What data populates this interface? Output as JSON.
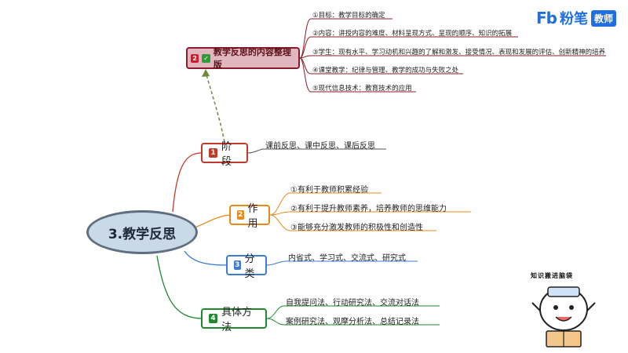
{
  "brand": {
    "logo_mark": "Fb",
    "name": "粉笔",
    "tag": "教师",
    "color": "#1f6fe0"
  },
  "center": {
    "label": "3.教学反思"
  },
  "top_node": {
    "number": "2",
    "label": "教学反思的内容整理版",
    "items": [
      "①目标：教学目标的确定",
      "②内容：讲授内容的难度、材料呈现方式、呈现的顺序、知识的拓展",
      "③学生：现有水平、学习动机和兴趣的了解和激发、接受情况、表现和发展的评估、创新精神的培养",
      "④课堂教学：纪律与管理、教学的成功与失败之处",
      "⑤现代信息技术：教育技术的应用"
    ]
  },
  "branches": [
    {
      "number": "1",
      "label": "阶段",
      "color": "#c0392b",
      "items": [
        "课前反思、课中反思、课后反思"
      ]
    },
    {
      "number": "2",
      "label": "作用",
      "color": "#e88a1a",
      "items": [
        "①有利于教师积累经验",
        "②有利于提升教师素养，培养教师的思维能力",
        "③能够充分激发教师的积极性和创造性"
      ]
    },
    {
      "number": "3",
      "label": "分类",
      "color": "#3d7bd9",
      "items": [
        "内省式、学习式、交流式、研究式"
      ]
    },
    {
      "number": "4",
      "label": "具体方法",
      "color": "#1e8a2e",
      "items": [
        "自我提问法、行动研究法、交流对话法",
        "案例研究法、观摩分析法、总结记录法"
      ]
    }
  ],
  "mascot": {
    "caption": "知识搬进脑袋"
  },
  "icons": [
    "check-icon",
    "mascot-illustration"
  ]
}
